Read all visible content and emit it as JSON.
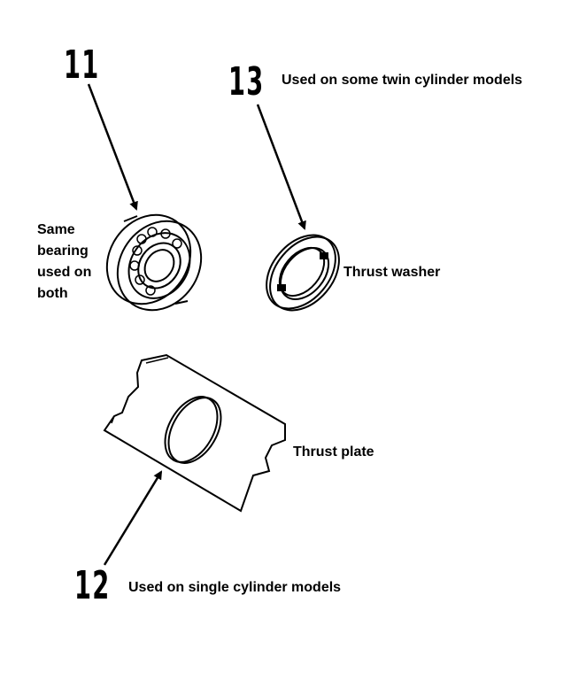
{
  "parts": {
    "bearing": {
      "number": "11",
      "note": "Same bearing used on both"
    },
    "thrust_washer": {
      "number": "13",
      "note": "Used on some twin cylinder models",
      "name": "Thrust washer"
    },
    "thrust_plate": {
      "number": "12",
      "note": "Used on single cylinder models",
      "name": "Thrust plate"
    }
  }
}
